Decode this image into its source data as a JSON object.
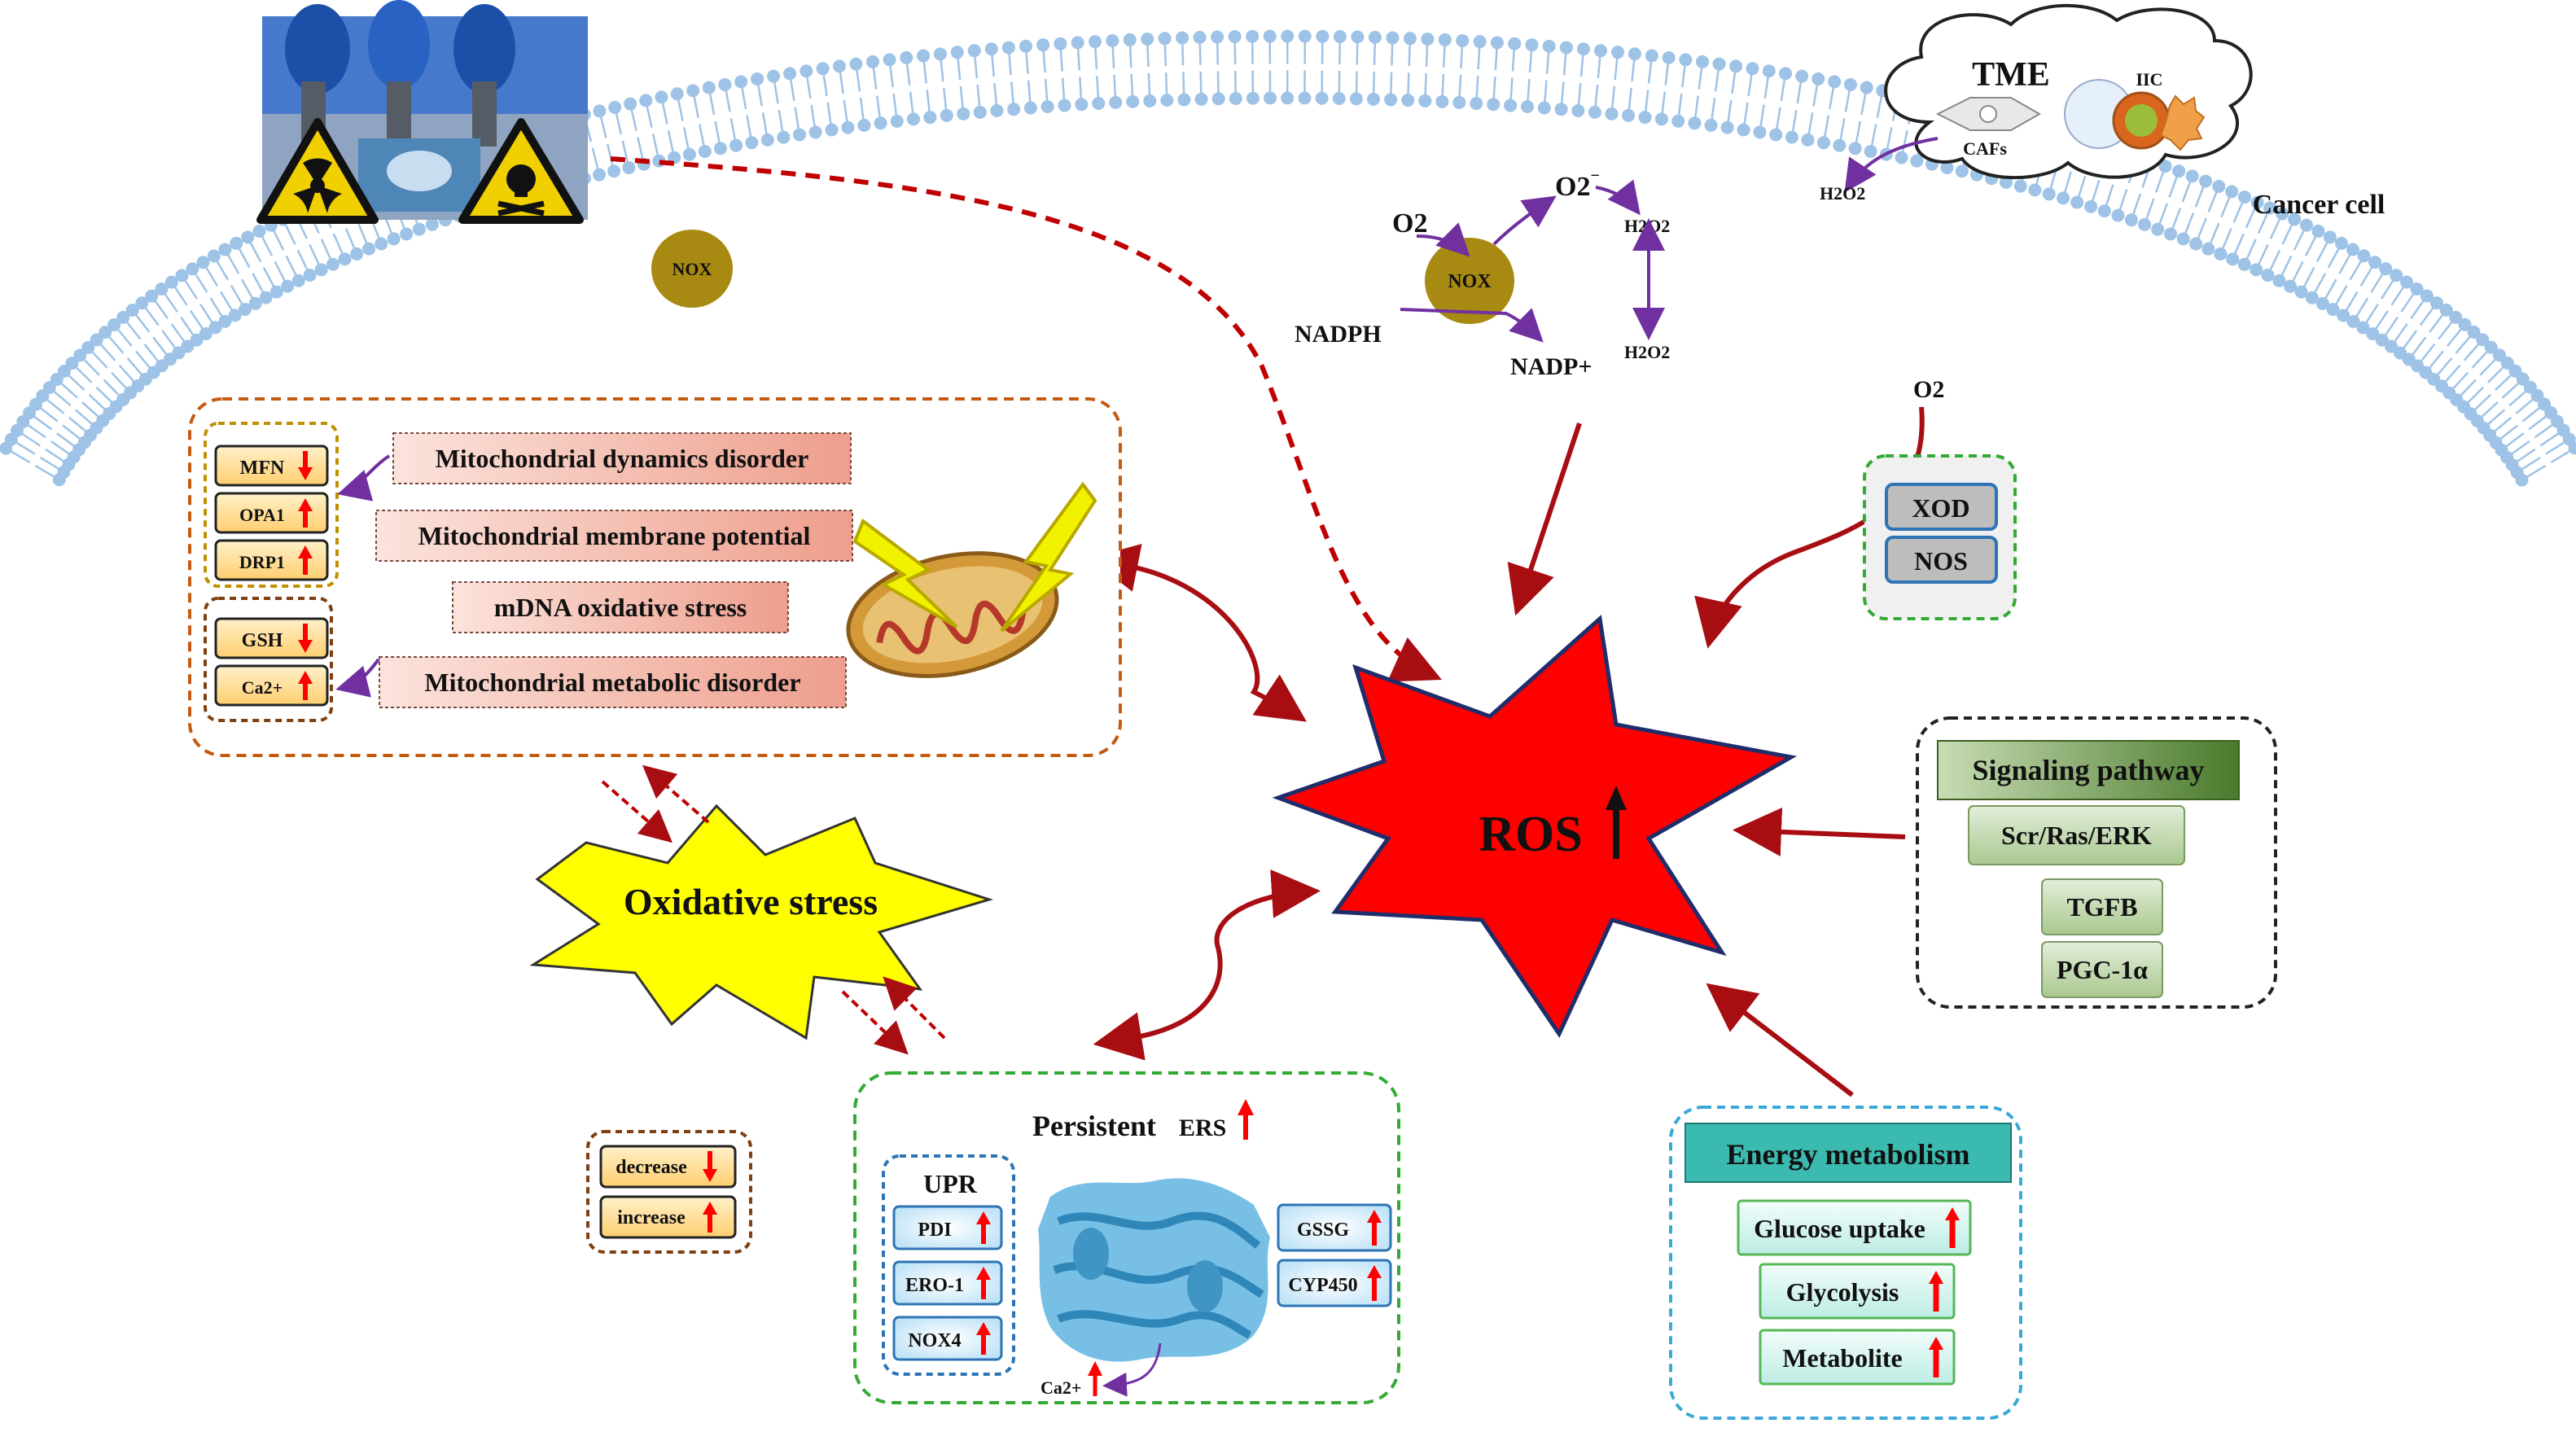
{
  "colors": {
    "background": "#ffffff",
    "membrane_head": "#9ec3e6",
    "membrane_tail": "#9ec3e6",
    "nox_fill": "#a88a12",
    "arrow_dark_red": "#a80d12",
    "arrow_purple": "#7030a0",
    "ros_fill": "#ff0000",
    "oxidative_fill": "#ffff00",
    "mito_label_fill": "#f4b8aa",
    "mito_box_border": "#c55a11",
    "ers_box_border": "#33aa33",
    "blue_box_fill": "#bfe3f7",
    "signal_header_fill": "#548235",
    "signal_item_fill": "#c5d9b0",
    "energy_header_fill": "#3bbab0",
    "energy_item_fill": "#d8f4ef",
    "legend_fill": "#ffd98a",
    "up_arrow": "#ff0000",
    "down_arrow": "#ff0000"
  },
  "membrane": {
    "cancer_cell_label": "Cancer cell",
    "nox_left": "NOX",
    "nox_right": "NOX",
    "o2_in": "O2",
    "o2_radical": "O2",
    "o2_radical_charge": "−",
    "h2o2_top": "H2O2",
    "h2o2_bottom": "H2O2",
    "nadph": "NADPH",
    "nadp": "NADP+",
    "o2_right": "O2"
  },
  "tme": {
    "title": "TME",
    "iic": "IIC",
    "cafs": "CAFs",
    "h2o2": "H2O2"
  },
  "enzymes": {
    "items": [
      "XOD",
      "NOS"
    ]
  },
  "ros": {
    "label": "ROS"
  },
  "mitochondria": {
    "labels": [
      "Mitochondrial dynamics disorder",
      "Mitochondrial membrane potential",
      "mDNA oxidative stress",
      "Mitochondrial metabolic disorder"
    ],
    "markers_top": [
      {
        "name": "MFN",
        "dir": "down"
      },
      {
        "name": "OPA1",
        "dir": "up"
      },
      {
        "name": "DRP1",
        "dir": "up"
      }
    ],
    "markers_bottom": [
      {
        "name": "GSH",
        "dir": "down"
      },
      {
        "name": "Ca2+",
        "dir": "up"
      }
    ]
  },
  "oxidative_stress": {
    "label": "Oxidative stress"
  },
  "signaling": {
    "title": "Signaling pathway",
    "items": [
      "Scr/Ras/ERK",
      "TGFB",
      "PGC-1α"
    ]
  },
  "energy": {
    "title": "Energy metabolism",
    "items": [
      "Glucose uptake",
      "Glycolysis",
      "Metabolite"
    ]
  },
  "ers": {
    "persistent": "Persistent",
    "ers": "ERS",
    "upr_title": "UPR",
    "upr_items": [
      "PDI",
      "ERO-1",
      "NOX4"
    ],
    "right_items": [
      "GSSG",
      "CYP450"
    ],
    "ca_label": "Ca2+"
  },
  "legend": {
    "items": [
      {
        "label": "decrease",
        "dir": "down"
      },
      {
        "label": "increase",
        "dir": "up"
      }
    ]
  }
}
